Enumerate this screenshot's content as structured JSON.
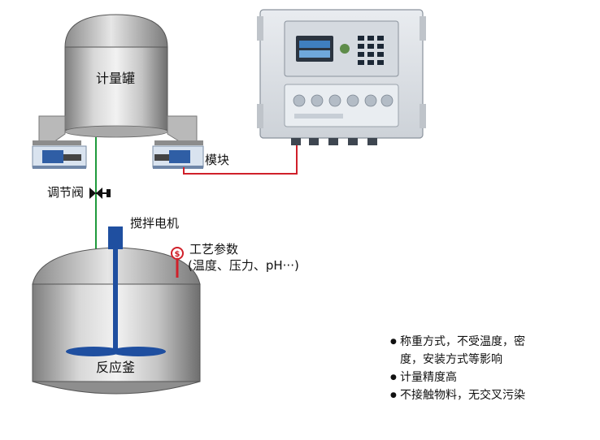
{
  "labels": {
    "metering_tank": "计量罐",
    "module": "模块",
    "control_valve": "调节阀",
    "agitator_motor": "搅拌电机",
    "process_params_title": "工艺参数",
    "process_params_detail": "(温度、压力、pH···)",
    "reactor": "反应釜"
  },
  "features": [
    "称重方式，不受温度，密",
    "度，安装方式等影响",
    "计量精度高",
    "不接触物料，无交叉污染"
  ],
  "colors": {
    "signal_wire": "#d0202a",
    "pipe": "#1f9a3c",
    "agitator": "#1f4fa0",
    "sensor": "#d0202a",
    "vessel_shade": "#8a8a8a"
  }
}
